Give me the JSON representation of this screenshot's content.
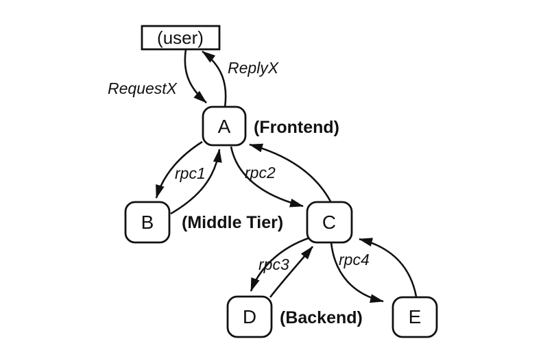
{
  "figure": {
    "background_color": "#ffffff",
    "ink_color": "#111111",
    "nodes": {
      "user": {
        "label": "(user)"
      },
      "a": {
        "label": "A"
      },
      "b": {
        "label": "B"
      },
      "c": {
        "label": "C"
      },
      "d": {
        "label": "D"
      },
      "e": {
        "label": "E"
      }
    },
    "tier_labels": {
      "frontend": "(Frontend)",
      "middle_tier": "(Middle Tier)",
      "backend": "(Backend)"
    },
    "edge_labels": {
      "request": "RequestX",
      "reply": "ReplyX",
      "rpc1": "rpc1",
      "rpc2": "rpc2",
      "rpc3": "rpc3",
      "rpc4": "rpc4"
    }
  }
}
